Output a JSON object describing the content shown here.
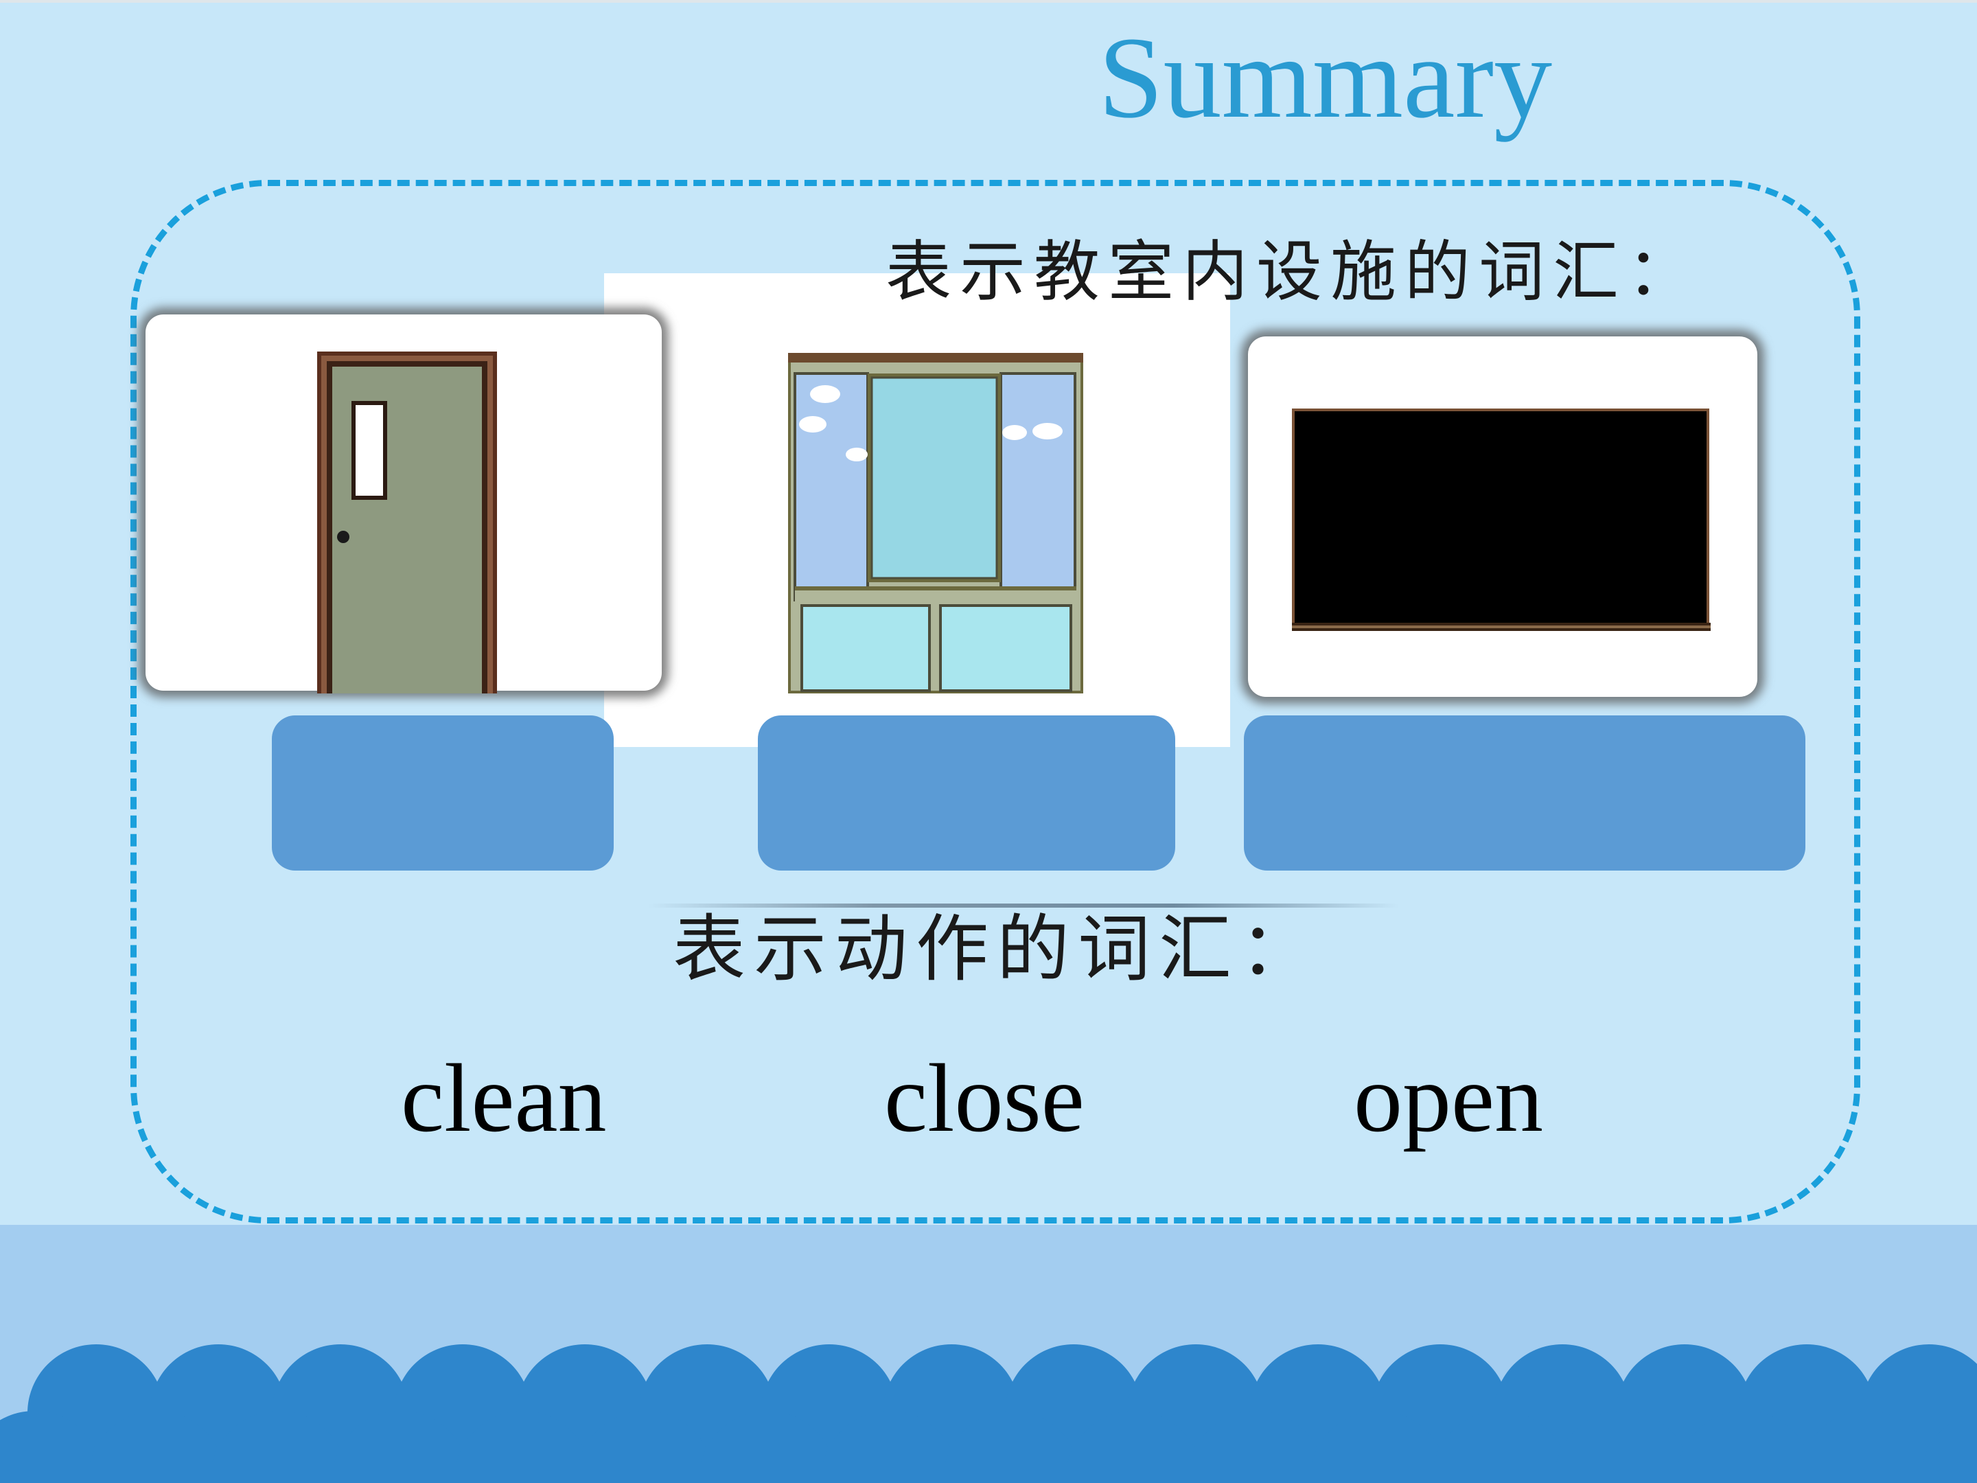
{
  "slide": {
    "title": "Summary",
    "facilities_heading": "表示教室内设施的词汇：",
    "actions_heading": "表示动作的词汇：",
    "pictures": [
      {
        "icon": "door-icon"
      },
      {
        "icon": "window-icon"
      },
      {
        "icon": "blackboard-icon"
      }
    ],
    "action_words": [
      "clean",
      "close",
      "open"
    ],
    "colors": {
      "background": "#c7e7f9",
      "title": "#2a9bd2",
      "dashed_frame": "#1aa0dc",
      "label_box": "#5b9bd5",
      "scales": "#2e86cc",
      "bottom_band": "#a3cdf0"
    }
  }
}
